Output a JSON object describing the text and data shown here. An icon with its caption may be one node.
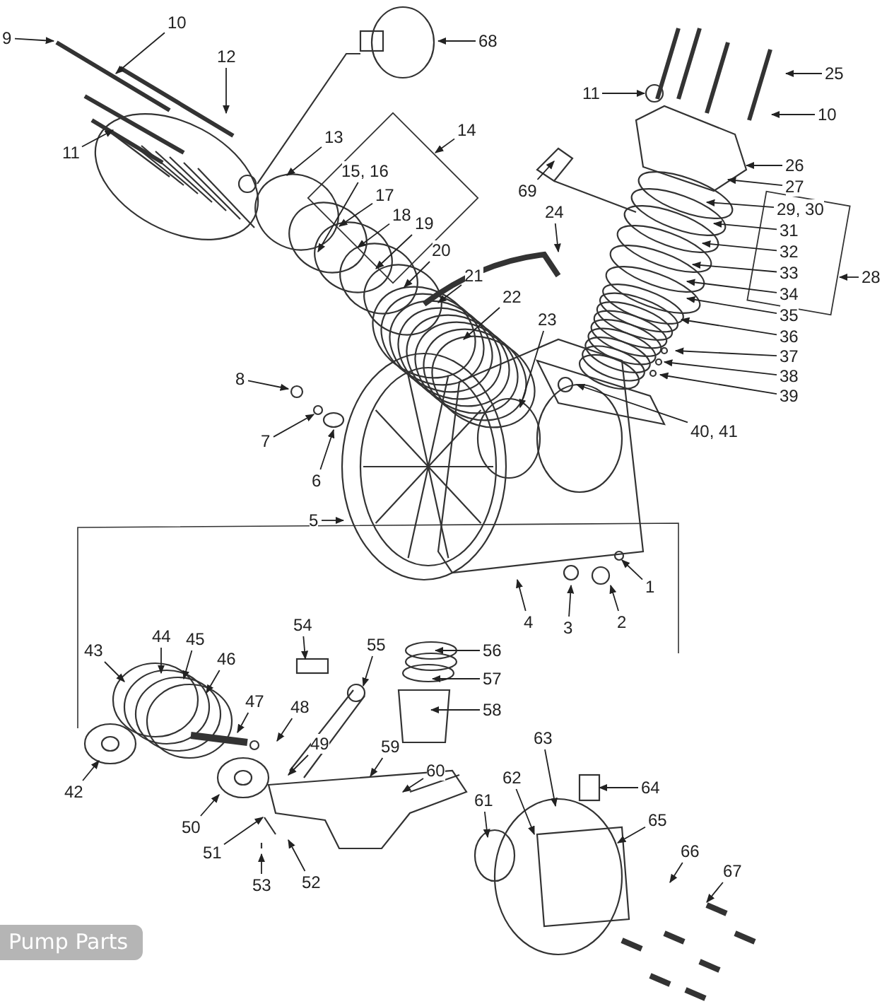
{
  "diagram": {
    "caption": "Pump Parts",
    "nodes": [
      {
        "text": [
          "10"
        ]
      },
      {
        "text": [
          "9"
        ]
      },
      {
        "text": [
          "68"
        ]
      },
      {
        "text": [
          "12"
        ]
      },
      {
        "text": [
          "25"
        ]
      },
      {
        "text": [
          "11"
        ]
      },
      {
        "text": [
          "10"
        ]
      },
      {
        "text": [
          "13"
        ]
      },
      {
        "text": [
          "14"
        ]
      },
      {
        "text": [
          "11"
        ]
      },
      {
        "text": [
          "26"
        ]
      },
      {
        "text": [
          "15, 16"
        ]
      },
      {
        "text": [
          "27"
        ]
      },
      {
        "text": [
          "69"
        ]
      },
      {
        "text": [
          "17"
        ]
      },
      {
        "text": [
          "18"
        ]
      },
      {
        "text": [
          "29, 30"
        ]
      },
      {
        "text": [
          "19"
        ]
      },
      {
        "text": [
          "24"
        ]
      },
      {
        "text": [
          "31"
        ]
      },
      {
        "text": [
          "20"
        ]
      },
      {
        "text": [
          "21"
        ]
      },
      {
        "text": [
          "32"
        ]
      },
      {
        "text": [
          "33"
        ]
      },
      {
        "text": [
          "22"
        ]
      },
      {
        "text": [
          "34"
        ]
      },
      {
        "text": [
          "35"
        ]
      },
      {
        "text": [
          "23"
        ]
      },
      {
        "text": [
          "36"
        ]
      },
      {
        "text": [
          "37"
        ]
      },
      {
        "text": [
          "38"
        ]
      },
      {
        "text": [
          "28"
        ]
      },
      {
        "text": [
          "39"
        ]
      },
      {
        "text": [
          "8"
        ]
      },
      {
        "text": [
          "40, 41"
        ]
      },
      {
        "text": [
          "7"
        ]
      },
      {
        "text": [
          "6"
        ]
      },
      {
        "text": [
          "5"
        ]
      },
      {
        "text": [
          "1"
        ]
      },
      {
        "text": [
          "2"
        ]
      },
      {
        "text": [
          "3"
        ]
      },
      {
        "text": [
          "4"
        ]
      },
      {
        "text": [
          "43"
        ]
      },
      {
        "text": [
          "44"
        ]
      },
      {
        "text": [
          "45"
        ]
      },
      {
        "text": [
          "46"
        ]
      },
      {
        "text": [
          "54"
        ]
      },
      {
        "text": [
          "55"
        ]
      },
      {
        "text": [
          "56"
        ]
      },
      {
        "text": [
          "57"
        ]
      },
      {
        "text": [
          "48"
        ]
      },
      {
        "text": [
          "47"
        ]
      },
      {
        "text": [
          "58"
        ]
      },
      {
        "text": [
          "49"
        ]
      },
      {
        "text": [
          "59"
        ]
      },
      {
        "text": [
          "63"
        ]
      },
      {
        "text": [
          "60"
        ]
      },
      {
        "text": [
          "62"
        ]
      },
      {
        "text": [
          "64"
        ]
      },
      {
        "text": [
          "42"
        ]
      },
      {
        "text": [
          "61"
        ]
      },
      {
        "text": [
          "65"
        ]
      },
      {
        "text": [
          "50"
        ]
      },
      {
        "text": [
          "51"
        ]
      },
      {
        "text": [
          "66"
        ]
      },
      {
        "text": [
          "67"
        ]
      },
      {
        "text": [
          "52"
        ]
      },
      {
        "text": [
          "53"
        ]
      }
    ],
    "edges": [
      {
        "from": 0,
        "to": null,
        "arrow": "to"
      },
      {
        "from": 1,
        "to": null,
        "arrow": "to"
      },
      {
        "from": 2,
        "to": null,
        "arrow": "to"
      },
      {
        "from": 3,
        "to": null,
        "arrow": "to"
      },
      {
        "from": 4,
        "to": null,
        "arrow": "to"
      },
      {
        "from": 5,
        "to": null,
        "arrow": "to"
      },
      {
        "from": 6,
        "to": null,
        "arrow": "to"
      },
      {
        "from": 7,
        "to": null,
        "arrow": "to"
      },
      {
        "from": 8,
        "to": null,
        "arrow": "to"
      },
      {
        "from": 9,
        "to": null,
        "arrow": "to"
      },
      {
        "from": 10,
        "to": null,
        "arrow": "to"
      },
      {
        "from": 11,
        "to": null,
        "arrow": "to"
      },
      {
        "from": 12,
        "to": null,
        "arrow": "to"
      },
      {
        "from": 13,
        "to": null,
        "arrow": "to"
      },
      {
        "from": 14,
        "to": null,
        "arrow": "to"
      },
      {
        "from": 15,
        "to": null,
        "arrow": "to"
      },
      {
        "from": 16,
        "to": null,
        "arrow": "to"
      },
      {
        "from": 17,
        "to": null,
        "arrow": "to"
      },
      {
        "from": 18,
        "to": null,
        "arrow": "to"
      },
      {
        "from": 19,
        "to": null,
        "arrow": "to"
      },
      {
        "from": 20,
        "to": null,
        "arrow": "to"
      },
      {
        "from": 21,
        "to": null,
        "arrow": "to"
      },
      {
        "from": 22,
        "to": null,
        "arrow": "to"
      },
      {
        "from": 23,
        "to": null,
        "arrow": "to"
      },
      {
        "from": 24,
        "to": null,
        "arrow": "to"
      },
      {
        "from": 25,
        "to": null,
        "arrow": "to"
      },
      {
        "from": 26,
        "to": null,
        "arrow": "to"
      },
      {
        "from": 27,
        "to": null,
        "arrow": "to"
      },
      {
        "from": 28,
        "to": null,
        "arrow": "to"
      },
      {
        "from": 29,
        "to": null,
        "arrow": "to"
      },
      {
        "from": 30,
        "to": null,
        "arrow": "to"
      },
      {
        "from": 31,
        "to": null,
        "arrow": "to"
      },
      {
        "from": 32,
        "to": null,
        "arrow": "to"
      },
      {
        "from": 33,
        "to": null,
        "arrow": "to"
      },
      {
        "from": 34,
        "to": null,
        "arrow": "to"
      },
      {
        "from": 35,
        "to": null,
        "arrow": "to"
      },
      {
        "from": 36,
        "to": null,
        "arrow": "to"
      },
      {
        "from": 37,
        "to": null,
        "arrow": "to"
      },
      {
        "from": 38,
        "to": null,
        "arrow": "to"
      },
      {
        "from": 39,
        "to": null,
        "arrow": "to"
      },
      {
        "from": 40,
        "to": null,
        "arrow": "to"
      },
      {
        "from": 41,
        "to": null,
        "arrow": "to"
      },
      {
        "from": 42,
        "to": null,
        "arrow": "to"
      },
      {
        "from": 43,
        "to": null,
        "arrow": "to"
      },
      {
        "from": 44,
        "to": null,
        "arrow": "to"
      },
      {
        "from": 45,
        "to": null,
        "arrow": "to"
      },
      {
        "from": 46,
        "to": null,
        "arrow": "to"
      },
      {
        "from": 47,
        "to": null,
        "arrow": "to"
      },
      {
        "from": 48,
        "to": null,
        "arrow": "to"
      },
      {
        "from": 49,
        "to": null,
        "arrow": "to"
      },
      {
        "from": 50,
        "to": null,
        "arrow": "to"
      },
      {
        "from": 51,
        "to": null,
        "arrow": "to"
      },
      {
        "from": 52,
        "to": null,
        "arrow": "to"
      },
      {
        "from": 53,
        "to": null,
        "arrow": "to"
      },
      {
        "from": 54,
        "to": null,
        "arrow": "to"
      },
      {
        "from": 55,
        "to": null,
        "arrow": "to"
      },
      {
        "from": 56,
        "to": null,
        "arrow": "to"
      },
      {
        "from": 57,
        "to": null,
        "arrow": "to"
      },
      {
        "from": 58,
        "to": null,
        "arrow": "to"
      },
      {
        "from": 59,
        "to": null,
        "arrow": "to"
      },
      {
        "from": 60,
        "to": null,
        "arrow": "to"
      },
      {
        "from": 61,
        "to": null,
        "arrow": "to"
      },
      {
        "from": 62,
        "to": null,
        "arrow": "to"
      },
      {
        "from": 63,
        "to": null,
        "arrow": "to"
      },
      {
        "from": 64,
        "to": null,
        "arrow": "to"
      },
      {
        "from": 65,
        "to": null,
        "arrow": "to"
      },
      {
        "from": 66,
        "to": null,
        "arrow": "to"
      },
      {
        "from": 67,
        "to": null,
        "arrow": "to"
      }
    ]
  }
}
